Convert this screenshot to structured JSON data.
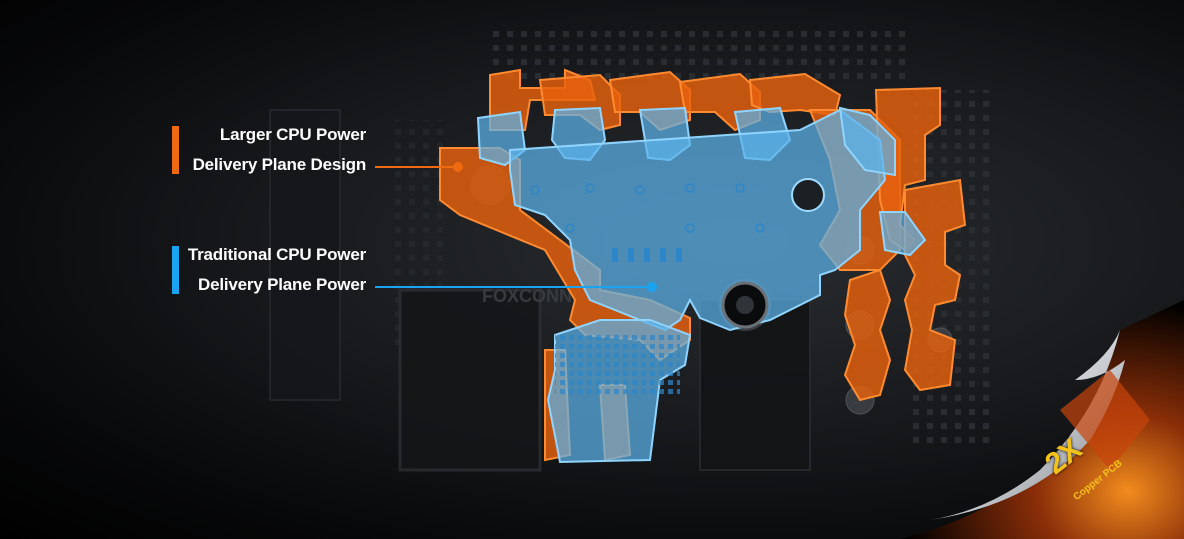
{
  "callouts": {
    "larger": {
      "line1": "Larger CPU Power",
      "line2": "Delivery Plane Design",
      "color": "#ef6a10"
    },
    "traditional": {
      "line1": "Traditional CPU Power",
      "line2": "Delivery Plane Power",
      "color": "#1aa3f0"
    }
  },
  "board_marking": "FOXCONN",
  "badge": {
    "multiplier": "2X",
    "caption": "Copper PCB",
    "color": "#f4c21a"
  },
  "colors": {
    "orange_plane": "#e8610e",
    "blue_plane": "#5bb3ea",
    "background": "#101214"
  },
  "icons": {
    "page_curl": "page-curl-icon",
    "connector_dot": "dot-icon"
  }
}
